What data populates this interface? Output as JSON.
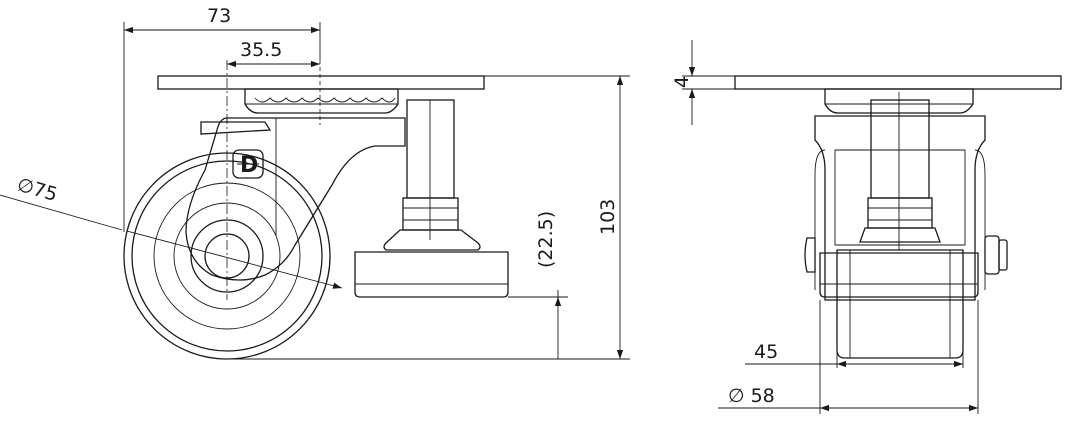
{
  "logo": {
    "letter": "D"
  },
  "dimensions": {
    "overall_width": "73",
    "mount_center": "35.5",
    "wheel_diameter": "∅75",
    "leveler_travel": "(22.5)",
    "overall_height": "103",
    "plate_thickness": "4",
    "wheel_width": "45",
    "tread_diameter": "∅ 58"
  }
}
